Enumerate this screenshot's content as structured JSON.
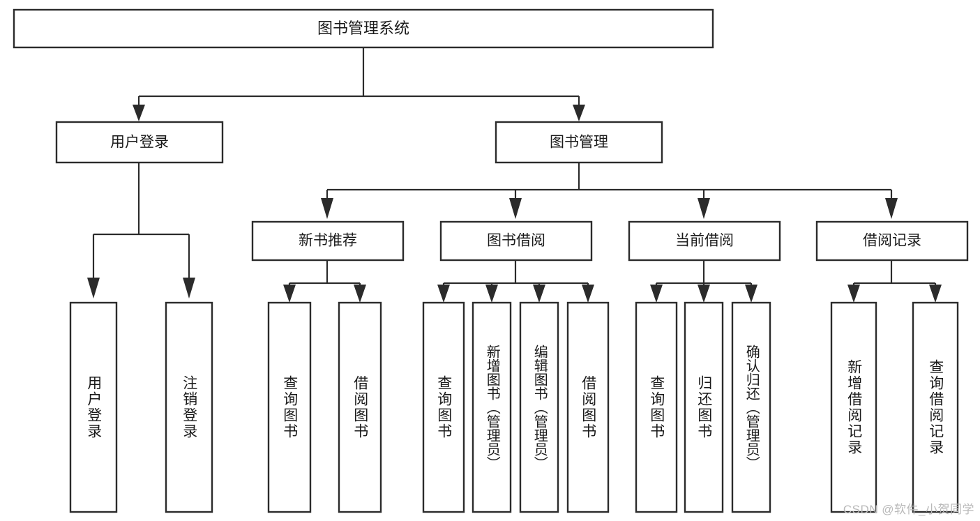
{
  "diagram": {
    "title": "图书管理系统",
    "watermark": "CSDN @软件_小贺同学",
    "type": "tree",
    "orientation": "top-down",
    "colors": {
      "background": "#ffffff",
      "box_fill": "#ffffff",
      "box_stroke": "#2b2b2b",
      "connector": "#2b2b2b",
      "text": "#1a1a1a",
      "watermark": "#b9b9b9"
    },
    "root": {
      "id": "root",
      "label": "图书管理系统"
    },
    "level1": [
      {
        "id": "user-login",
        "label": "用户登录"
      },
      {
        "id": "book-manage",
        "label": "图书管理"
      }
    ],
    "level2": [
      {
        "id": "new-book-rec",
        "label": "新书推荐",
        "parent": "book-manage"
      },
      {
        "id": "book-borrow",
        "label": "图书借阅",
        "parent": "book-manage"
      },
      {
        "id": "current-borrow",
        "label": "当前借阅",
        "parent": "book-manage"
      },
      {
        "id": "borrow-record",
        "label": "借阅记录",
        "parent": "book-manage"
      }
    ],
    "leaves": [
      {
        "id": "leaf-user-login",
        "label": "用户登录",
        "parent": "user-login"
      },
      {
        "id": "leaf-logout",
        "label": "注销登录",
        "parent": "user-login"
      },
      {
        "id": "leaf-query-book-1",
        "label": "查询图书",
        "parent": "new-book-rec"
      },
      {
        "id": "leaf-borrow-book-1",
        "label": "借阅图书",
        "parent": "new-book-rec"
      },
      {
        "id": "leaf-query-book-2",
        "label": "查询图书",
        "parent": "book-borrow"
      },
      {
        "id": "leaf-add-book",
        "label": "新增图书（管理员）",
        "parent": "book-borrow"
      },
      {
        "id": "leaf-edit-book",
        "label": "编辑图书（管理员）",
        "parent": "book-borrow"
      },
      {
        "id": "leaf-borrow-book-2",
        "label": "借阅图书",
        "parent": "book-borrow"
      },
      {
        "id": "leaf-query-book-3",
        "label": "查询图书",
        "parent": "current-borrow"
      },
      {
        "id": "leaf-return-book",
        "label": "归还图书",
        "parent": "current-borrow"
      },
      {
        "id": "leaf-confirm-return",
        "label": "确认归还（管理员）",
        "parent": "current-borrow"
      },
      {
        "id": "leaf-add-record",
        "label": "新增借阅记录",
        "parent": "borrow-record"
      },
      {
        "id": "leaf-query-record",
        "label": "查询借阅记录",
        "parent": "borrow-record"
      }
    ]
  }
}
